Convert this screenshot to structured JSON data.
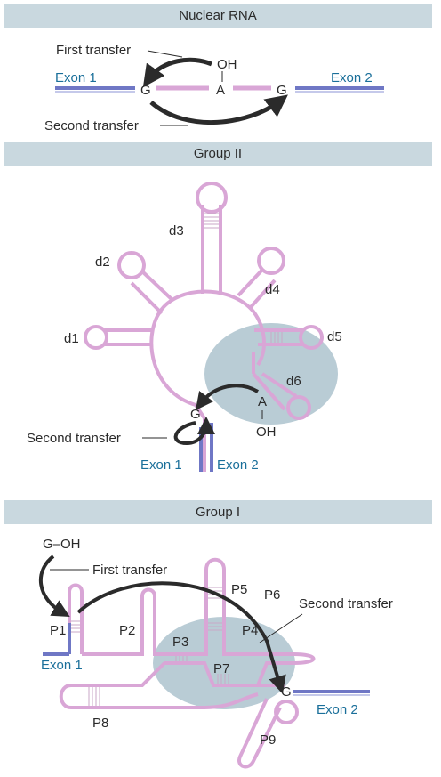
{
  "sections": {
    "nuclear": {
      "title": "Nuclear RNA"
    },
    "group2": {
      "title": "Group II"
    },
    "group1": {
      "title": "Group I"
    }
  },
  "nuclear": {
    "exon1": "Exon 1",
    "exon2": "Exon 2",
    "first_transfer": "First transfer",
    "second_transfer": "Second transfer",
    "oh": "OH",
    "g_left": "G",
    "a": "A",
    "g_right": "G"
  },
  "group2": {
    "domains": [
      "d1",
      "d2",
      "d3",
      "d4",
      "d5",
      "d6"
    ],
    "a": "A",
    "oh": "OH",
    "g": "G",
    "second_transfer": "Second transfer",
    "exon1": "Exon 1",
    "exon2": "Exon 2"
  },
  "group1": {
    "g_oh": "G–OH",
    "first_transfer": "First transfer",
    "second_transfer": "Second transfer",
    "exon1": "Exon 1",
    "exon2": "Exon 2",
    "g": "G",
    "paired": [
      "P1",
      "P2",
      "P3",
      "P4",
      "P5",
      "P6",
      "P7",
      "P8",
      "P9"
    ]
  },
  "colors": {
    "header_bg": "#c9d8df",
    "intron_pink": "#d9a6d6",
    "exon_blue": "#6f77c5",
    "label_blue": "#1a6f9a",
    "catalytic_core": "#b9ccd5",
    "arrow": "#2b2b2b"
  }
}
